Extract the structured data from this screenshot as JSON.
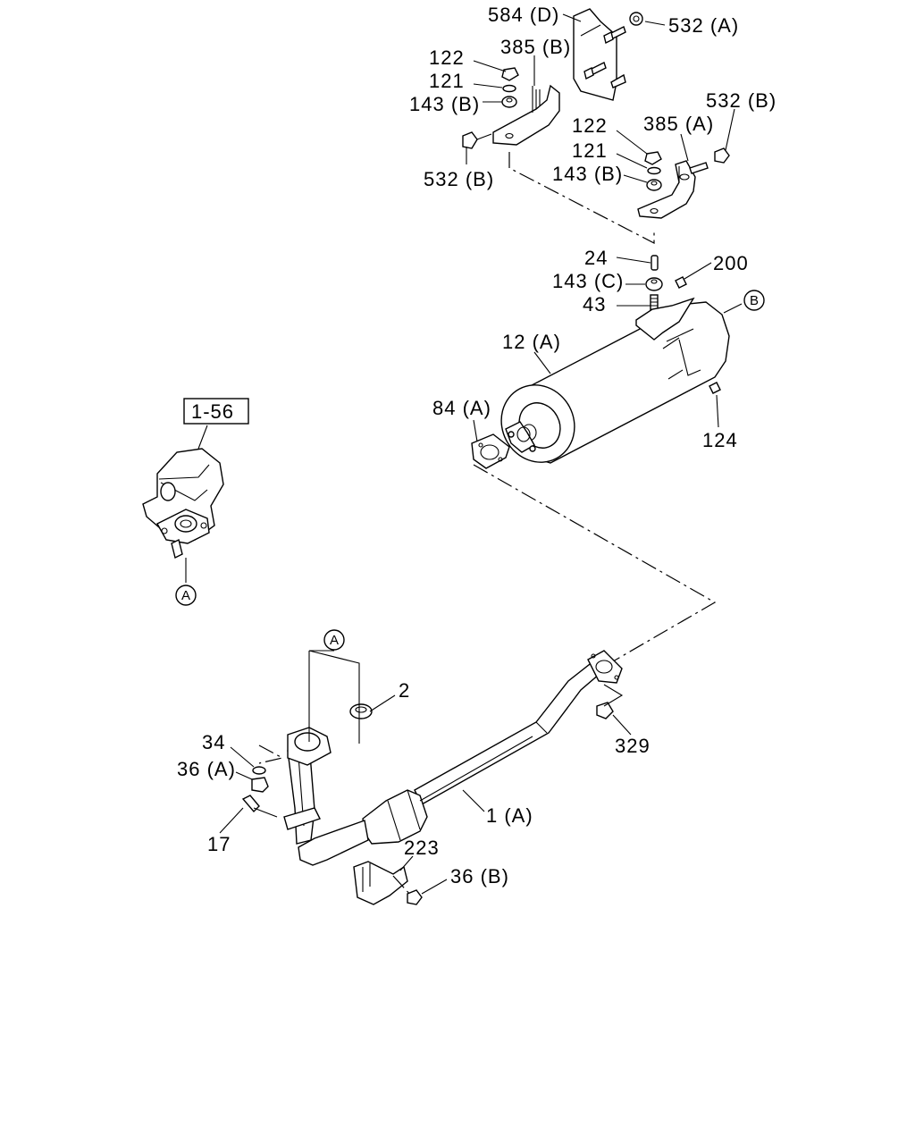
{
  "callouts": [
    {
      "id": "584D",
      "text": "584 (D)"
    },
    {
      "id": "532A",
      "text": "532 (A)"
    },
    {
      "id": "122a",
      "text": "122"
    },
    {
      "id": "385B",
      "text": "385 (B)"
    },
    {
      "id": "121a",
      "text": "121"
    },
    {
      "id": "143Ba",
      "text": "143 (B)"
    },
    {
      "id": "532Bb",
      "text": "532 (B)"
    },
    {
      "id": "532Ba",
      "text": "532 (B)"
    },
    {
      "id": "122b",
      "text": "122"
    },
    {
      "id": "385A",
      "text": "385 (A)"
    },
    {
      "id": "121b",
      "text": "121"
    },
    {
      "id": "143Bb",
      "text": "143 (B)"
    },
    {
      "id": "24",
      "text": "24"
    },
    {
      "id": "200",
      "text": "200"
    },
    {
      "id": "143C",
      "text": "143 (C)"
    },
    {
      "id": "43",
      "text": "43"
    },
    {
      "id": "12A",
      "text": "12 (A)"
    },
    {
      "id": "84A",
      "text": "84 (A)"
    },
    {
      "id": "124",
      "text": "124"
    },
    {
      "id": "2",
      "text": "2"
    },
    {
      "id": "34",
      "text": "34"
    },
    {
      "id": "36A",
      "text": "36 (A)"
    },
    {
      "id": "17",
      "text": "17"
    },
    {
      "id": "1A",
      "text": "1 (A)"
    },
    {
      "id": "329",
      "text": "329"
    },
    {
      "id": "223",
      "text": "223"
    },
    {
      "id": "36B",
      "text": "36 (B)"
    }
  ],
  "reference_box": "1-56",
  "markers": {
    "A": "A",
    "B": "B"
  }
}
